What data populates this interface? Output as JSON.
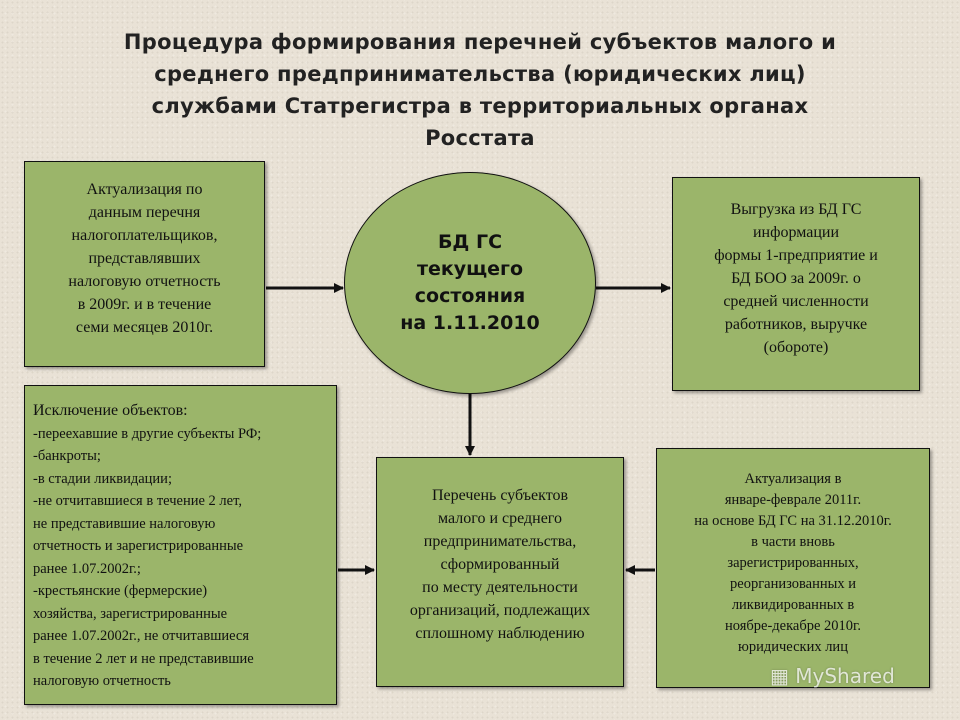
{
  "title": [
    "Процедура формирования перечней субъектов малого и",
    "среднего предпринимательства (юридических лиц)",
    "службами Статрегистра в территориальных органах",
    "Росстата"
  ],
  "center_node": [
    "БД ГС",
    "текущего",
    "состояния",
    "на 1.11.2010"
  ],
  "box_actualization_2009": [
    "Актуализация по",
    "данным перечня",
    "налогоплательщиков,",
    "представлявших",
    "налоговую отчетность",
    "в 2009г. и в течение",
    "семи месяцев 2010г."
  ],
  "box_export": [
    "Выгрузка из БД ГС",
    "информации",
    "формы 1-предприятие и",
    "БД БОО за 2009г. о",
    "средней численности",
    "работников, выручке",
    "(обороте)"
  ],
  "box_exclusion": [
    "Исключение объектов:",
    "-переехавшие в другие субъекты РФ;",
    "-банкроты;",
    "-в стадии ликвидации;",
    "-не отчитавшиеся в течение 2 лет,",
    "не представившие налоговую",
    "отчетность и зарегистрированные",
    "ранее 1.07.2002г.;",
    "-крестьянские (фермерские)",
    "хозяйства, зарегистрированные",
    "ранее 1.07.2002г., не отчитавшиеся",
    "в течение 2 лет и не представившие",
    "налоговую отчетность"
  ],
  "box_result_list": [
    "Перечень субъектов",
    "малого и среднего",
    "предпринимательства,",
    "сформированный",
    "по месту деятельности",
    "организаций, подлежащих",
    "сплошному наблюдению"
  ],
  "box_actualization_2011": [
    "Актуализация в",
    "январе-феврале 2011г.",
    "на основе БД ГС на 31.12.2010г.",
    "в части вновь",
    "зарегистрированных,",
    "реорганизованных и",
    "ликвидированных в",
    "ноябре-декабре 2010г.",
    "юридических лиц"
  ],
  "watermark": "MyShared"
}
